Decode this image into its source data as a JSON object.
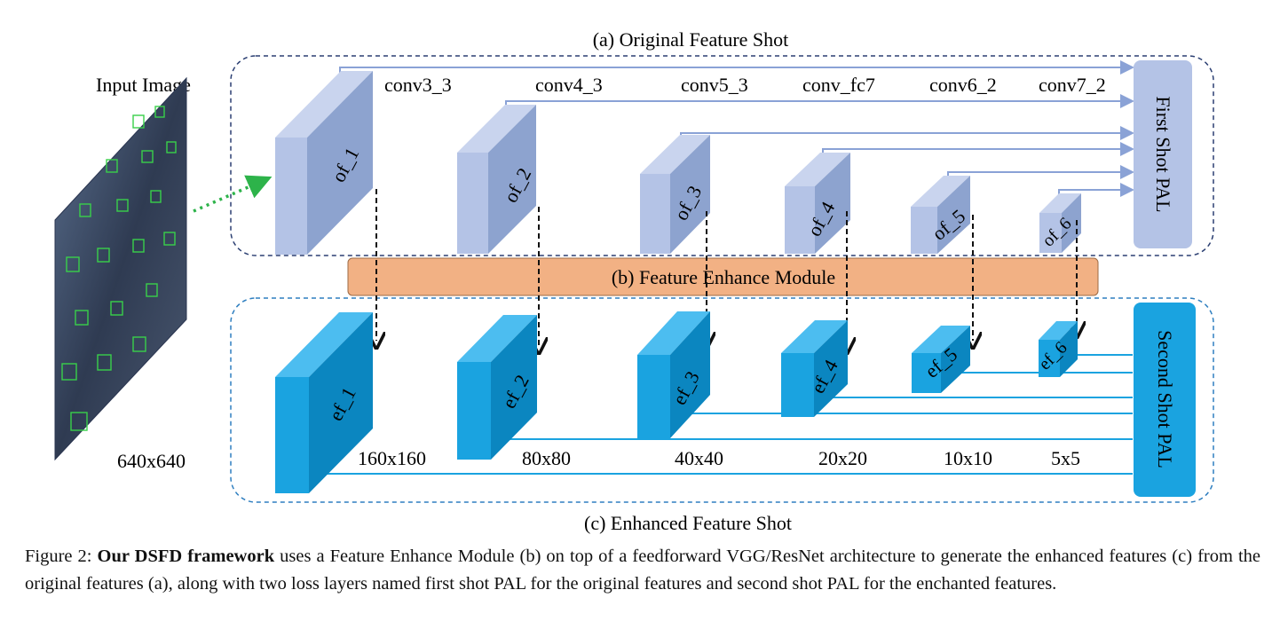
{
  "figure": {
    "title_top": "(a) Original Feature Shot",
    "title_bottom": "(c) Enhanced Feature Shot",
    "module_label": "(b) Feature Enhance Module",
    "input_label": "Input Image",
    "input_size": "640x640",
    "first_pal": "First Shot PAL",
    "second_pal": "Second Shot PAL",
    "conv_labels": [
      "conv3_3",
      "conv4_3",
      "conv5_3",
      "conv_fc7",
      "conv6_2",
      "conv7_2"
    ],
    "of_labels": [
      "of_1",
      "of_2",
      "of_3",
      "of_4",
      "of_5",
      "of_6"
    ],
    "ef_labels": [
      "ef_1",
      "ef_2",
      "ef_3",
      "ef_4",
      "ef_5",
      "ef_6"
    ],
    "sizes": [
      "160x160",
      "80x80",
      "40x40",
      "20x20",
      "10x10",
      "5x5"
    ],
    "colors": {
      "original_block": "#b4c3e6",
      "enhanced_block": "#1aa3e0",
      "module": "#f2b184",
      "first_pal_box": "#b4c3e6",
      "second_pal_box": "#1aa3e0",
      "enhanced_lines": "#1aa3e0",
      "original_lines": "#8aa2d6",
      "dotted_arrow": "#2db34a"
    }
  },
  "caption": {
    "prefix": "Figure 2: ",
    "bold": "Our DSFD framework",
    "rest": " uses a Feature Enhance Module (b) on top of a feedforward VGG/ResNet architecture to generate the enhanced features (c) from the original features (a), along with two loss layers named first shot PAL for the original features and second shot PAL for the enchanted features."
  }
}
